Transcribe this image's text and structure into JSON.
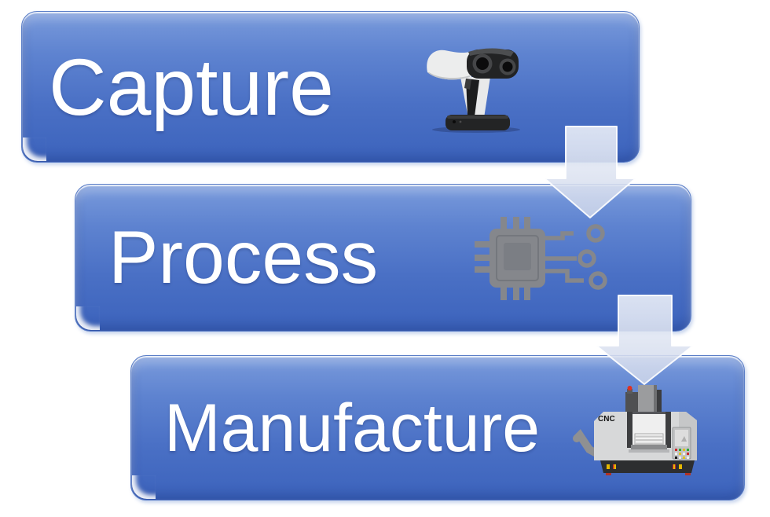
{
  "diagram": {
    "type": "process-flow",
    "steps": [
      {
        "label": "Capture",
        "icon": "3d-scanner-icon"
      },
      {
        "label": "Process",
        "icon": "chip-icon"
      },
      {
        "label": "Manufacture",
        "icon": "cnc-machine-icon"
      }
    ],
    "machine_label": "CNC",
    "colors": {
      "box_blue_top": "#7a9bdc",
      "box_blue_bottom": "#3c63bc",
      "label_text": "#ffffff",
      "arrow_fill": "#dfe5f2",
      "chip_icon_gray": "#85878c",
      "background": "#ffffff"
    }
  }
}
